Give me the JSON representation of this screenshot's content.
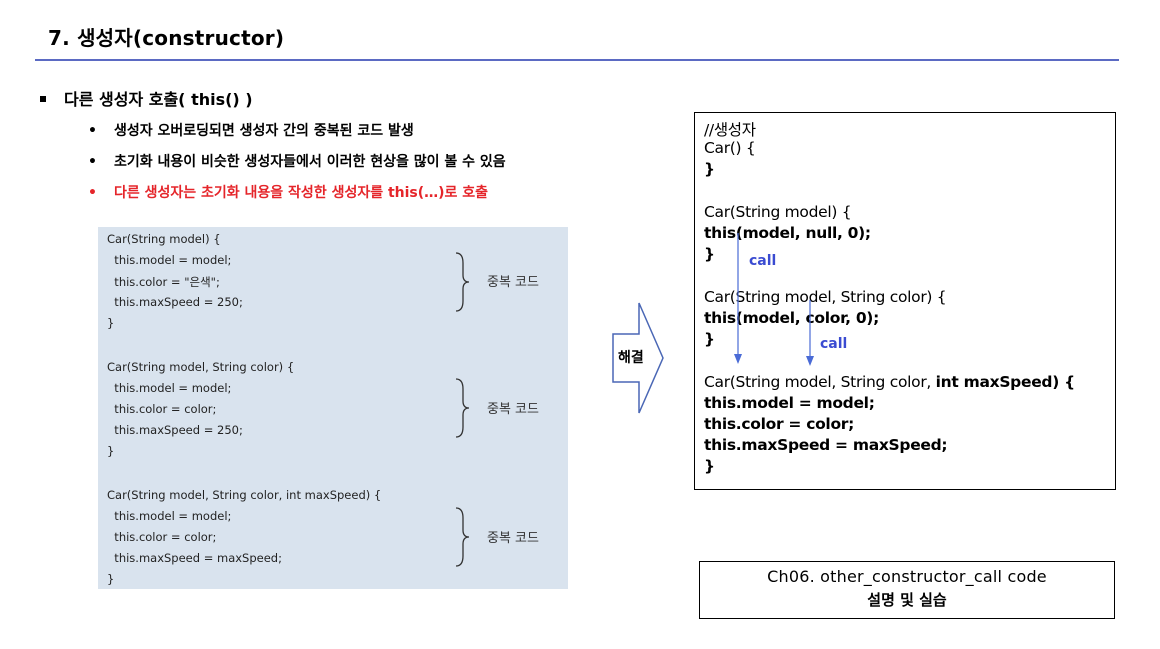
{
  "title": "7. 생성자(constructor)",
  "bullet_main": "다른 생성자 호출( this() )",
  "bullets": [
    "생성자 오버로딩되면 생성자 간의 중복된 코드 발생",
    "초기화 내용이 비슷한 생성자들에서 이러한 현상을 많이 볼 수 있음",
    "다른 생성자는 초기화 내용을 작성한 생성자를 this(…)로 호출"
  ],
  "bullet_marker": "•",
  "left_code": [
    "Car(String model) {",
    "  this.model = model;",
    "  this.color = \"은색\";",
    "  this.maxSpeed = 250;",
    "}",
    "Car(String model, String color) {",
    "  this.model = model;",
    "  this.color = color;",
    "  this.maxSpeed = 250;",
    "}",
    "Car(String model, String color, int maxSpeed) {",
    "  this.model = model;",
    "  this.color = color;",
    "  this.maxSpeed = maxSpeed;",
    "}"
  ],
  "dup_label": "중복 코드",
  "arrow_label": "해결",
  "right_code": [
    "//생성자",
    "Car() {",
    "}",
    "Car(String model) {",
    "this(model, null, 0);",
    "}",
    "Car(String model, String color) {",
    "this(model, color, 0);",
    "}",
    "Car(String model, String color, ",
    "int maxSpeed) {",
    "this.model = model;",
    "this.color = color;",
    "this.maxSpeed = maxSpeed;",
    "}"
  ],
  "call_label": "call",
  "footer_line1": "Ch06. other_constructor_call code",
  "footer_line2": "설명 및 실습",
  "colors": {
    "rule": "#5b6ac3",
    "red": "#e5252a",
    "panel": "#d9e3ee",
    "call": "#3a4bd1"
  }
}
